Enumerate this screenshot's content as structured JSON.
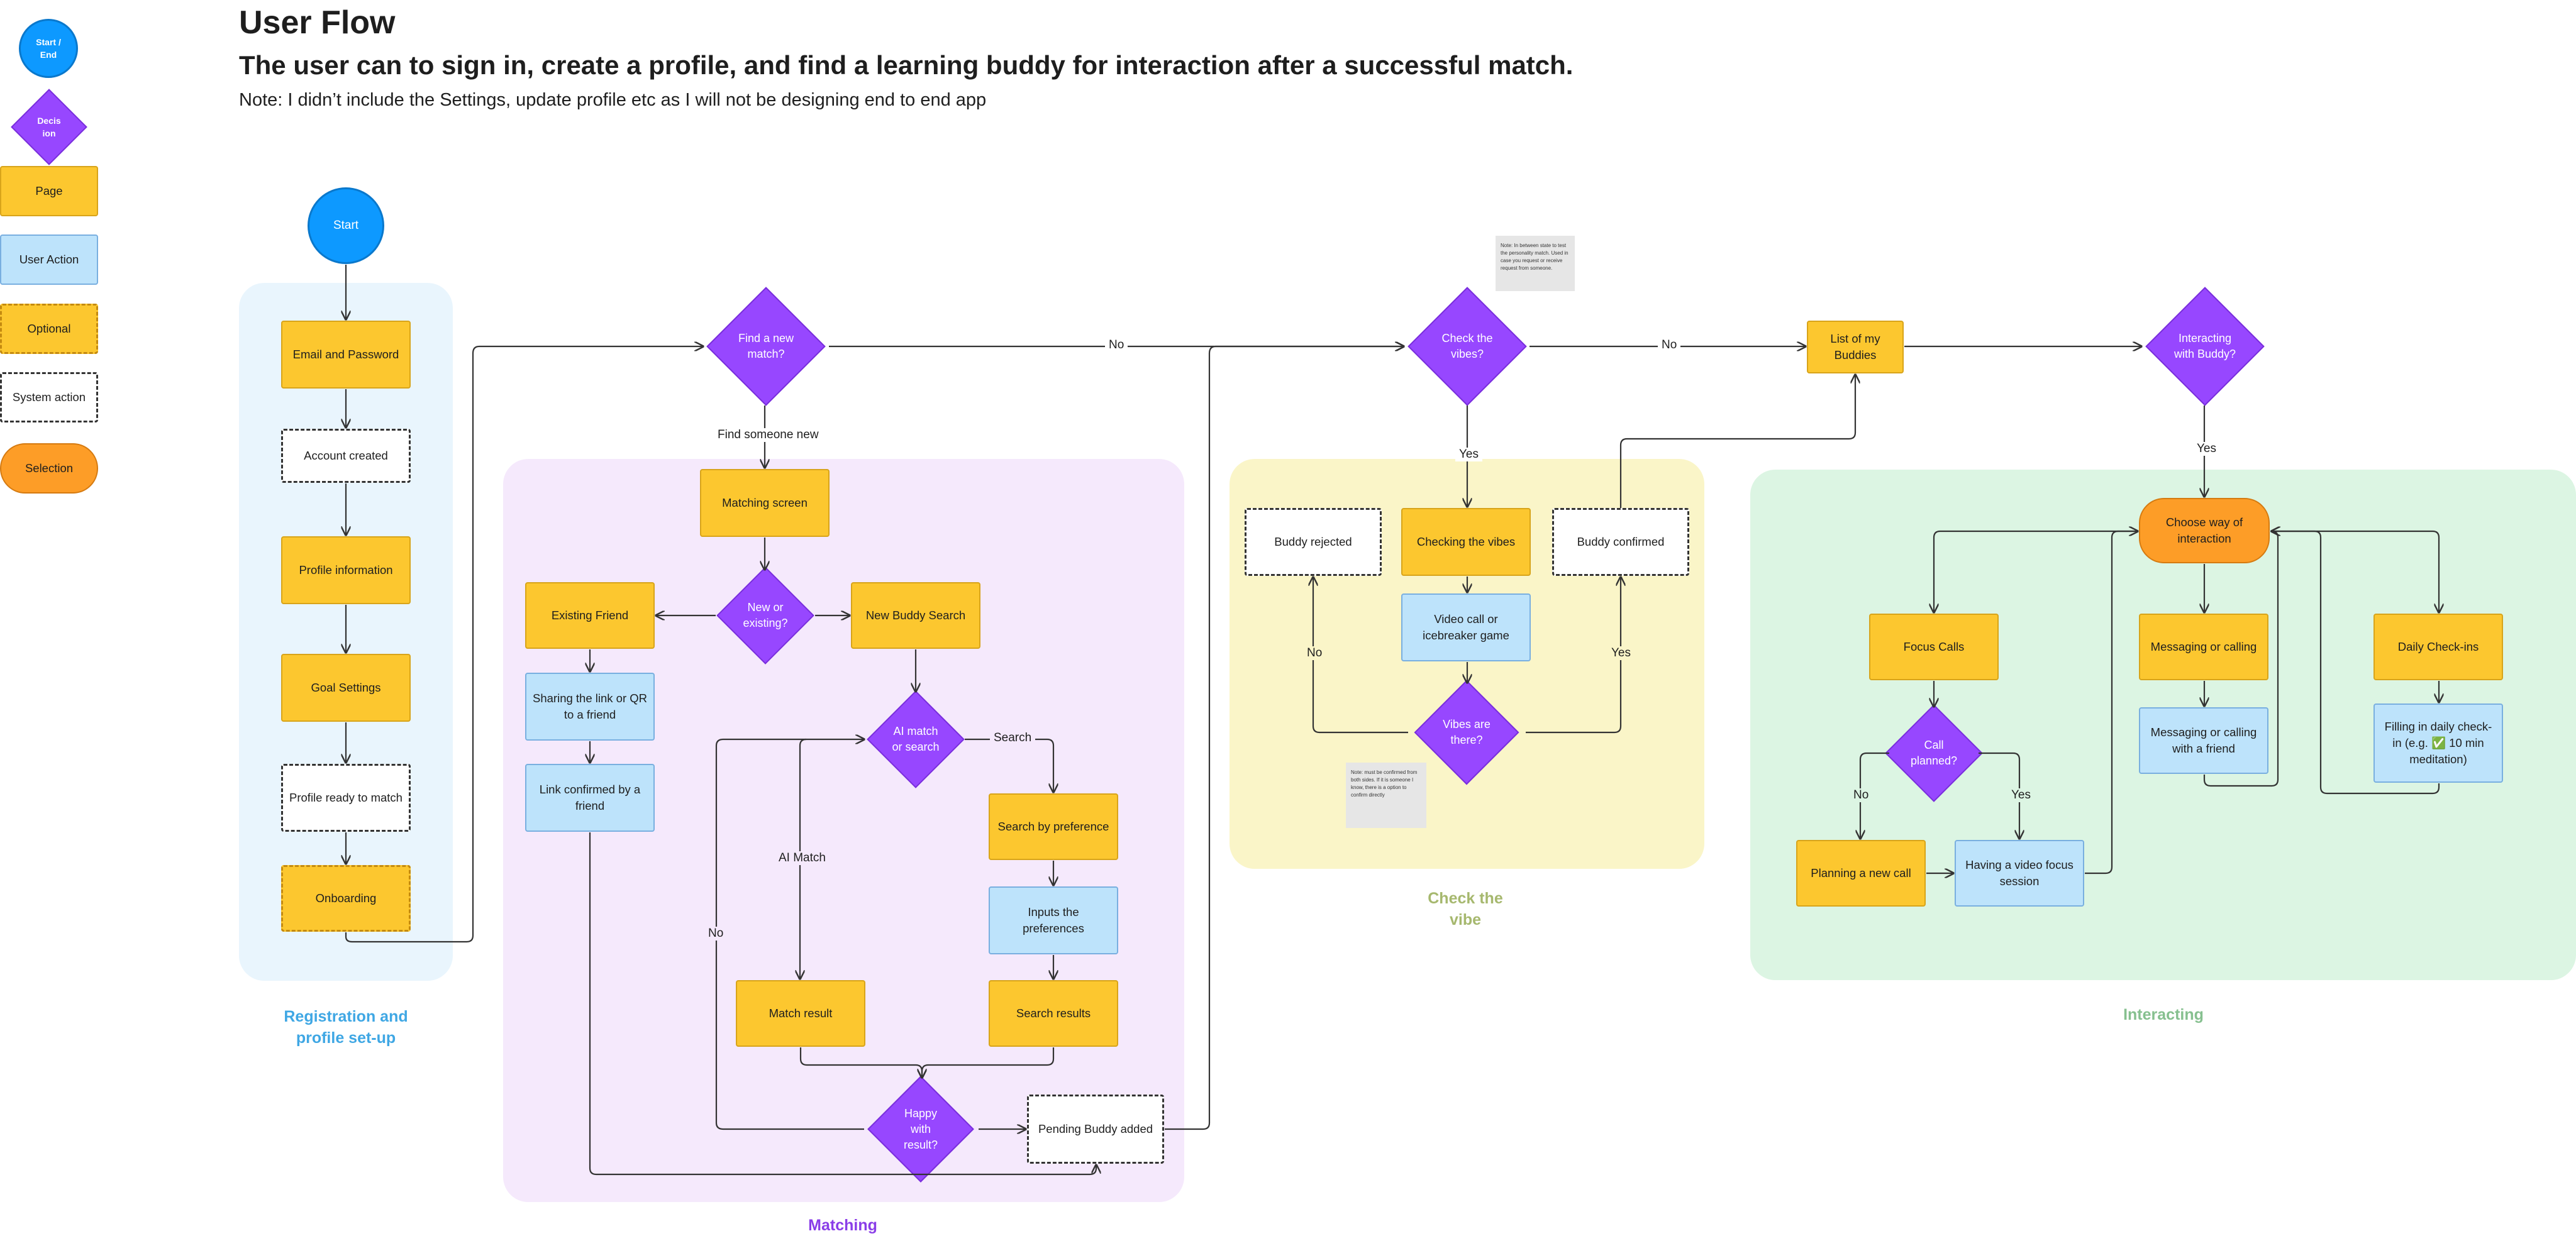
{
  "header": {
    "title": "User Flow",
    "subtitle": "The user can to sign in, create a profile, and find a learning buddy for interaction after a successful match.",
    "note": "Note: I didn’t include the Settings, update profile etc as I will not be designing end to end app"
  },
  "legend": {
    "start_end": "Start / End",
    "decision": "Decis ion",
    "page": "Page",
    "user_action": "User Action",
    "optional": "Optional",
    "system_action": "System action",
    "selection": "Selection"
  },
  "zones": {
    "registration": "Registration and profile set-up",
    "matching": "Matching",
    "check_vibe": "Check the vibe",
    "interacting": "Interacting"
  },
  "nodes": {
    "start": "Start",
    "email_password": "Email and Password",
    "account_created": "Account created",
    "profile_information": "Profile information",
    "goal_settings": "Goal Settings",
    "profile_ready": "Profile ready to match",
    "onboarding": "Onboarding",
    "find_new_match": "Find a new match?",
    "matching_screen": "Matching screen",
    "new_or_existing": "New or existing?",
    "existing_friend": "Existing Friend",
    "new_buddy_search": "New Buddy Search",
    "sharing_link": "Sharing the link or QR to a friend",
    "link_confirmed": "Link confirmed by a friend",
    "ai_match_or_search": "AI match or search",
    "search_by_preference": "Search by preference",
    "inputs_preferences": "Inputs the preferences",
    "search_results": "Search results",
    "match_result": "Match result",
    "happy_with_result": "Happy with result?",
    "pending_buddy": "Pending Buddy added",
    "check_vibes": "Check the vibes?",
    "buddy_rejected": "Buddy rejected",
    "checking_vibes": "Checking the vibes",
    "buddy_confirmed": "Buddy confirmed",
    "video_call_game": "Video call or icebreaker game",
    "vibes_there": "Vibes are there?",
    "list_buddies": "List of my Buddies",
    "interacting_buddy": "Interacting with Buddy?",
    "choose_interaction": "Choose way of interaction",
    "focus_calls": "Focus Calls",
    "call_planned": "Call planned?",
    "planning_call": "Planning a new call",
    "video_focus_session": "Having a video focus session",
    "messaging_calling": "Messaging or calling",
    "messaging_friend": "Messaging or calling with a friend",
    "daily_checkins": "Daily Check-ins",
    "filling_checkin": "Filling in daily check-in (e.g. ✅ 10 min meditation)"
  },
  "notes": {
    "check_vibes_note": "Note: In between state to test the personality match. Used in case you request or receive request from someone.",
    "vibes_note": "Note: must be confirmed from both sides. If it is someone I know, there is a option to confirm directly"
  },
  "edge_labels": {
    "no_find": "No",
    "find_someone_new": "Find someone new",
    "search": "Search",
    "ai_match": "AI Match",
    "no_happy": "No",
    "no_vibes_check": "No",
    "yes_vibes_check": "Yes",
    "no_vibes": "No",
    "yes_vibes": "Yes",
    "yes_interact": "Yes",
    "no_call": "No",
    "yes_call": "Yes"
  },
  "colors": {
    "page": "#fcc72f",
    "user_action": "#bde3fb",
    "decision": "#9747ff",
    "start": "#0d99ff",
    "selection": "#fd9d27",
    "zone_registration": "#e9f5fd",
    "zone_matching": "#f5e9fc",
    "zone_check_vibe": "#faf5c8",
    "zone_interacting": "#dcf5e3",
    "label_registration": "#3fa7e4",
    "label_matching": "#8a3ee8",
    "label_check_vibe": "#a6b86e",
    "label_interacting": "#86c08f"
  }
}
